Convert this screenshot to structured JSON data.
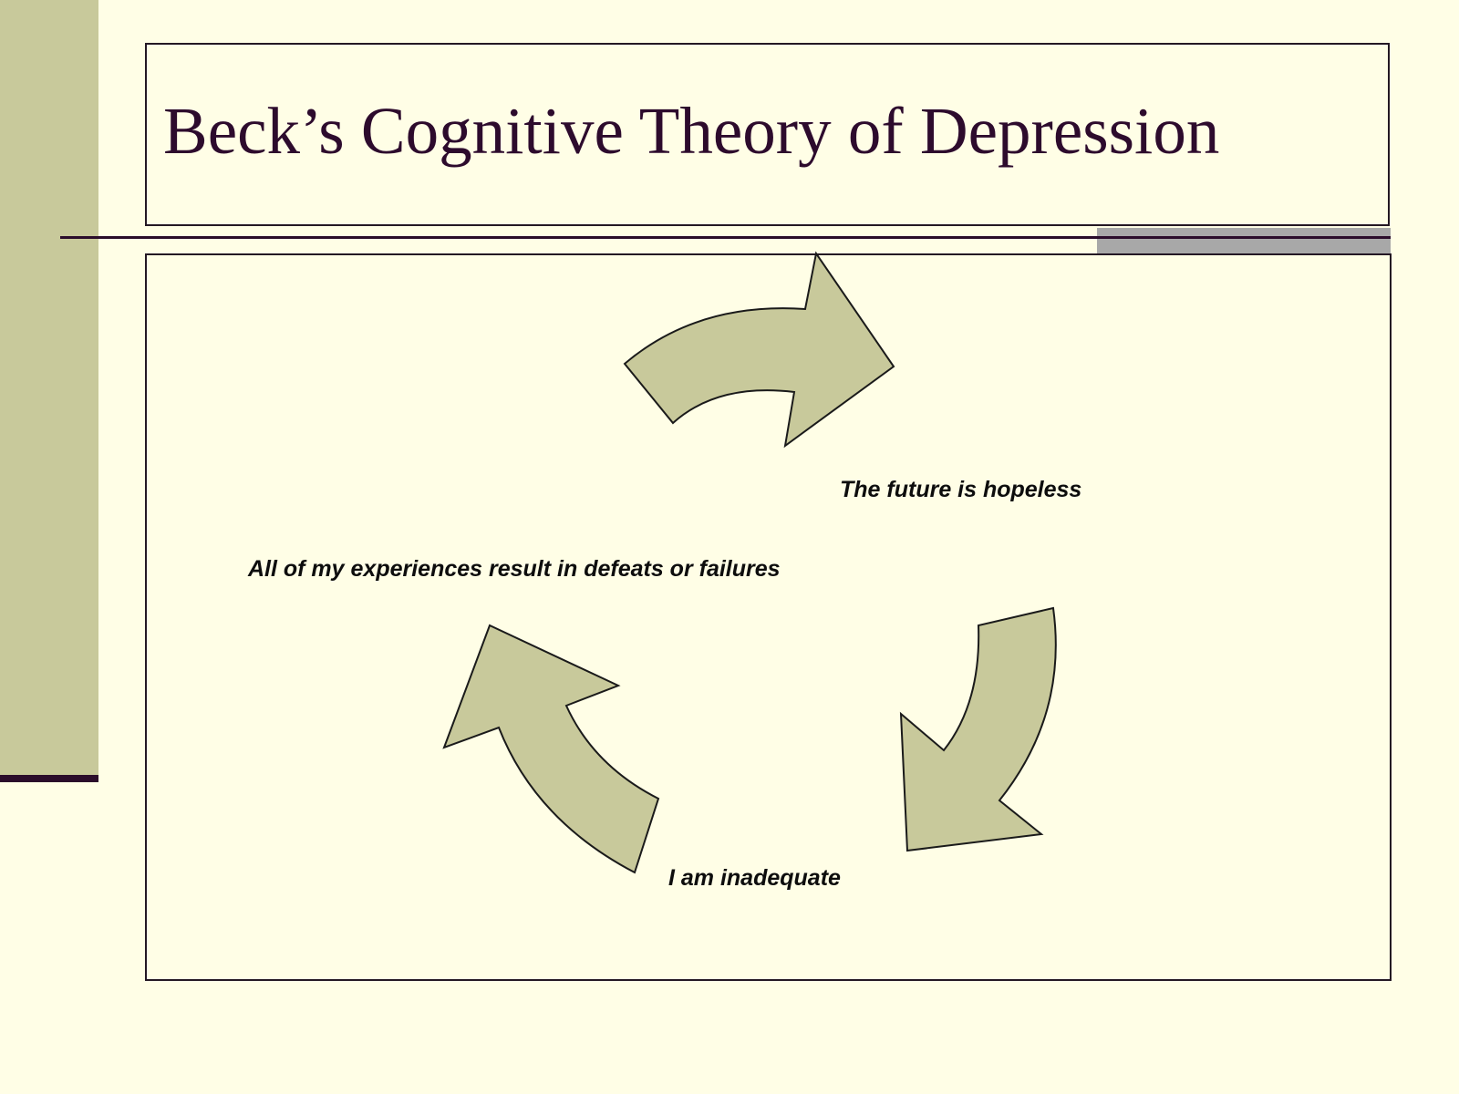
{
  "slide": {
    "title": "Beck’s Cognitive Theory of Depression"
  },
  "diagram": {
    "type": "cycle",
    "labels": {
      "future": "The future is hopeless",
      "experiences": "All of my experiences result in defeats or failures",
      "self": "I am inadequate"
    },
    "arrows": [
      {
        "name": "top",
        "direction": "clockwise"
      },
      {
        "name": "right",
        "direction": "clockwise"
      },
      {
        "name": "bottom-left",
        "direction": "clockwise"
      }
    ]
  },
  "colors": {
    "background": "#fffee6",
    "accent_band": "#c8c99b",
    "arrow_fill": "#c8c99b",
    "title_text": "#2d0b2d",
    "rule": "#2b0d2b",
    "rule_highlight": "#a8a8a8"
  }
}
